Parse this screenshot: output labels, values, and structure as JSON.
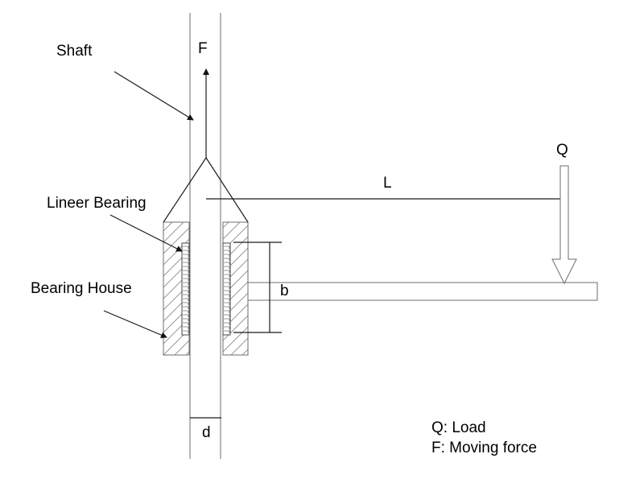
{
  "diagram": {
    "title": "Linear bearing on shaft with cantilever load",
    "labels": {
      "shaft": "Shaft",
      "force": "F",
      "load": "Q",
      "length": "L",
      "linear_bearing": "Lineer Bearing",
      "bearing_house": "Bearing House",
      "bearing_length": "b",
      "shaft_diameter": "d"
    },
    "legend": [
      "Q: Load",
      "F: Moving force"
    ],
    "components": [
      {
        "id": "shaft",
        "name": "Shaft",
        "kind": "vertical rod"
      },
      {
        "id": "bearing-house",
        "name": "Bearing House",
        "kind": "hatched housing (section view)"
      },
      {
        "id": "linear-bearing",
        "name": "Lineer Bearing",
        "kind": "bearing insert"
      },
      {
        "id": "beam",
        "name": "Cantilever arm",
        "kind": "horizontal beam"
      }
    ],
    "connections": [
      {
        "from": "bearing-house",
        "to": "shaft",
        "relation": "slides along"
      },
      {
        "from": "linear-bearing",
        "to": "bearing-house",
        "relation": "mounted inside"
      },
      {
        "from": "beam",
        "to": "bearing-house",
        "relation": "attached to"
      },
      {
        "from": "load Q",
        "to": "beam",
        "relation": "applied at distance L from shaft axis"
      },
      {
        "from": "moving force F",
        "to": "bearing-house",
        "relation": "pulls upward along shaft"
      }
    ]
  }
}
